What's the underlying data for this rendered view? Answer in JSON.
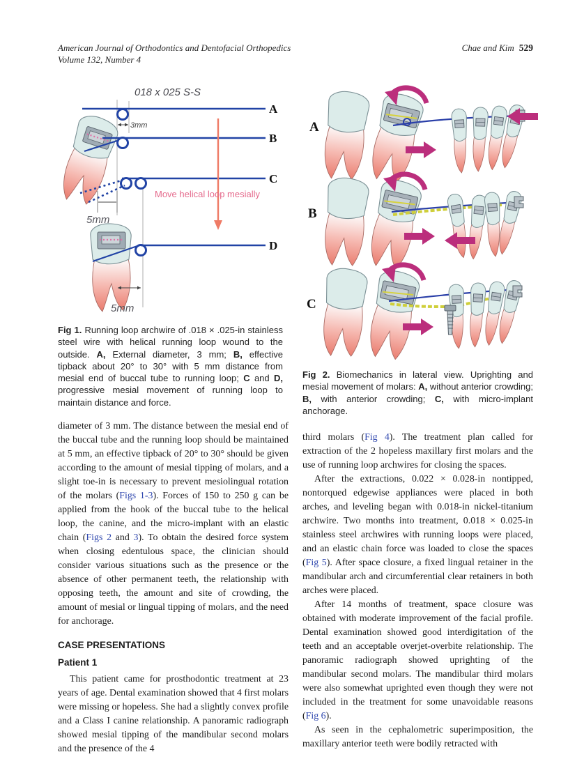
{
  "header": {
    "journal": "American Journal of Orthodontics and Dentofacial Orthopedics",
    "volume": "Volume 132, Number 4",
    "authors": "Chae and Kim",
    "page": "529"
  },
  "fig1": {
    "wire_label": "018 x 025 S-S",
    "label_a": "A",
    "label_b": "B",
    "label_c": "C",
    "label_d": "D",
    "dim_3mm": "3mm",
    "dim_5mm_upper": "5mm",
    "dim_5mm_lower": "5mm",
    "annotation": "Move helical loop mesially",
    "caption": [
      {
        "t": "Fig 1.",
        "b": true
      },
      {
        "t": " Running loop archwire of .018 × .025-in stainless steel wire with helical running loop wound to the outside. "
      },
      {
        "t": "A,",
        "b": true
      },
      {
        "t": " External diameter, 3 mm; "
      },
      {
        "t": "B,",
        "b": true
      },
      {
        "t": " effective tipback about 20° to 30° with 5 mm distance from mesial end of buccal tube to running loop; "
      },
      {
        "t": "C",
        "b": true
      },
      {
        "t": " and "
      },
      {
        "t": "D,",
        "b": true
      },
      {
        "t": " progressive mesial movement of running loop to maintain distance and force."
      }
    ]
  },
  "fig2": {
    "label_a": "A",
    "label_b": "B",
    "label_c": "C",
    "caption": [
      {
        "t": "Fig 2.",
        "b": true
      },
      {
        "t": " Biomechanics in lateral view. Uprighting and mesial movement of molars: "
      },
      {
        "t": "A,",
        "b": true
      },
      {
        "t": " without anterior crowding; "
      },
      {
        "t": "B,",
        "b": true
      },
      {
        "t": " with anterior crowding; "
      },
      {
        "t": "C,",
        "b": true
      },
      {
        "t": " with micro-implant anchorage."
      }
    ]
  },
  "left_column": {
    "blocks": [
      {
        "type": "p",
        "indent": false,
        "segments": [
          {
            "t": "diameter of 3 mm. The distance between the mesial end of the buccal tube and the running loop should be maintained at 5 mm, an effective tipback of 20° to 30° should be given according to the amount of mesial tipping of molars, and a slight toe-in is necessary to prevent mesiolingual rotation of the molars ("
          },
          {
            "t": "Figs 1-3",
            "link": true
          },
          {
            "t": "). Forces of 150 to 250 g can be applied from the hook of the buccal tube to the helical loop, the canine, and the micro-implant with an elastic chain ("
          },
          {
            "t": "Figs 2",
            "link": true
          },
          {
            "t": " and "
          },
          {
            "t": "3",
            "link": true
          },
          {
            "t": "). To obtain the desired force system when closing edentulous space, the clinician should consider various situations such as the presence or the absence of other permanent teeth, the relationship with opposing teeth, the amount and site of crowding, the amount of mesial or lingual tipping of molars, and the need for anchorage."
          }
        ]
      },
      {
        "type": "h1",
        "text": "CASE PRESENTATIONS"
      },
      {
        "type": "h2",
        "text": "Patient 1"
      },
      {
        "type": "p",
        "indent": true,
        "segments": [
          {
            "t": "This patient came for prosthodontic treatment at 23 years of age. Dental examination showed that 4 first molars were missing or hopeless. She had a slightly convex profile and a Class I canine relationship. A panoramic radiograph showed mesial tipping of the mandibular second molars and the presence of the 4"
          }
        ]
      }
    ]
  },
  "right_column": {
    "blocks": [
      {
        "type": "p",
        "indent": false,
        "segments": [
          {
            "t": "third molars ("
          },
          {
            "t": "Fig 4",
            "link": true
          },
          {
            "t": "). The treatment plan called for extraction of the 2 hopeless maxillary first molars and the use of running loop archwires for closing the spaces."
          }
        ]
      },
      {
        "type": "p",
        "indent": true,
        "segments": [
          {
            "t": "After the extractions, 0.022 × 0.028-in nontipped, nontorqued edgewise appliances were placed in both arches, and leveling began with 0.018-in nickel-titanium archwire. Two months into treatment, 0.018 × 0.025-in stainless steel archwires with running loops were placed, and an elastic chain force was loaded to close the spaces ("
          },
          {
            "t": "Fig 5",
            "link": true
          },
          {
            "t": "). After space closure, a fixed lingual retainer in the mandibular arch and circumferential clear retainers in both arches were placed."
          }
        ]
      },
      {
        "type": "p",
        "indent": true,
        "segments": [
          {
            "t": "After 14 months of treatment, space closure was obtained with moderate improvement of the facial profile. Dental examination showed good interdigitation of the teeth and an acceptable overjet-overbite relationship. The panoramic radiograph showed uprighting of the mandibular second molars. The mandibular third molars were also somewhat uprighted even though they were not included in the treatment for some unavoidable reasons ("
          },
          {
            "t": "Fig 6",
            "link": true
          },
          {
            "t": ")."
          }
        ]
      },
      {
        "type": "p",
        "indent": true,
        "segments": [
          {
            "t": "As seen in the cephalometric superimposition, the maxillary anterior teeth were bodily retracted with"
          }
        ]
      }
    ]
  },
  "colors": {
    "wire_blue": "#2143a5",
    "magenta": "#bb2e7c",
    "red_arrow": "#ef7b66",
    "pink_annotation": "#e56a8c",
    "link_blue": "#2f47ae",
    "chain_yellow": "#cfcf3a"
  }
}
